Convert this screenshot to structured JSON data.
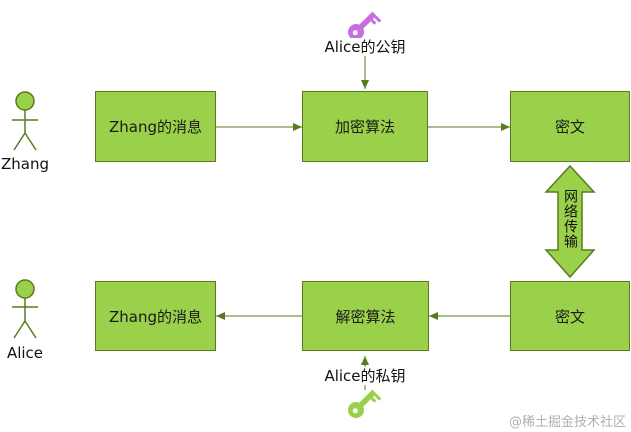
{
  "actors": {
    "top": "Zhang",
    "bottom": "Alice"
  },
  "top_row": {
    "message": "Zhang的消息",
    "encrypt": "加密算法",
    "ciphertext": "密文",
    "public_key": "Alice的公钥"
  },
  "bottom_row": {
    "message": "Zhang的消息",
    "decrypt": "解密算法",
    "ciphertext": "密文",
    "private_key": "Alice的私钥"
  },
  "transfer": "网络传输",
  "watermark": "@稀土掘金技术社区",
  "colors": {
    "box_fill": "#9ad04a",
    "box_border": "#5a7a1e",
    "public_key": "#c86ee0",
    "private_key": "#9ad04a",
    "arrow": "#5a7a1e"
  }
}
